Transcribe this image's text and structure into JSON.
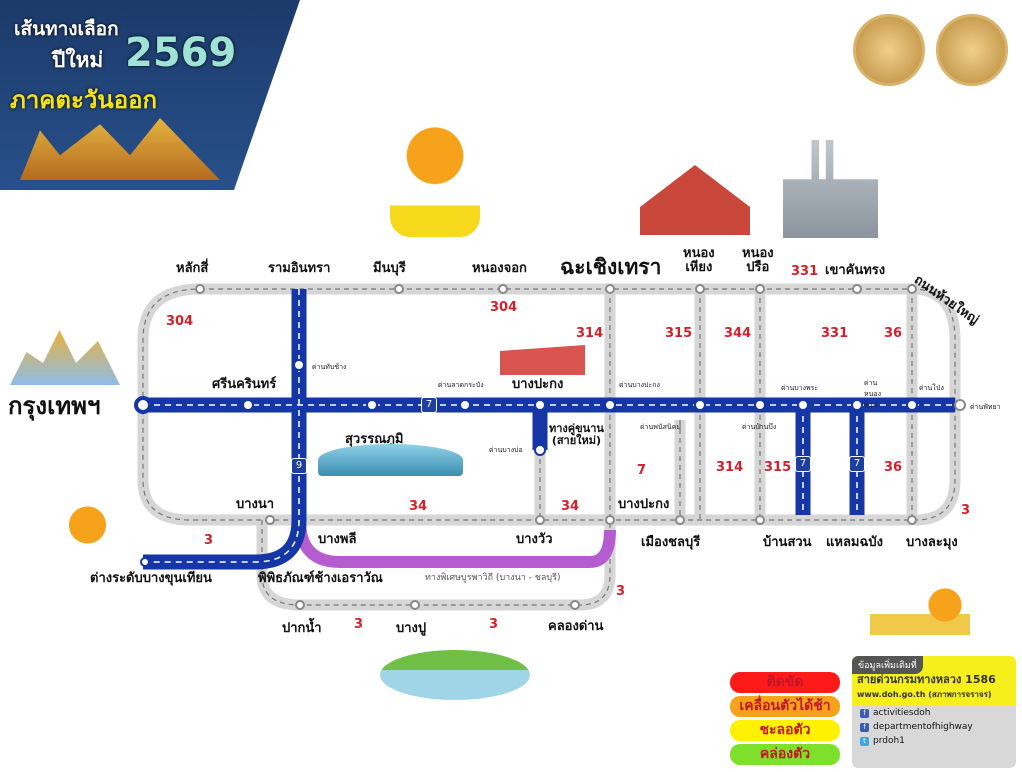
{
  "banner": {
    "line1": "เส้นทางเลือก",
    "line2": "ปีใหม่",
    "year": "2569",
    "line3": "ภาคตะวันออก"
  },
  "places": {
    "laksi": "หลักสี่",
    "ramintra": "รามอินทรา",
    "minburi": "มีนบุรี",
    "nongchok": "หนองจอก",
    "chachoengsao": "ฉะเชิงเทรา",
    "nongkhiang": "หนอง\nเหียง",
    "nongprue": "หนอง\nปรือ",
    "khaokanthong": "เขาคันทรง",
    "huaiyai": "ถนนห้วยใหญ่",
    "bangkok": "กรุงเทพฯ",
    "srinakarin": "ศรีนครินทร์",
    "suvarnabhumi": "สุวรรณภูมิ",
    "bangpakong_top": "บางปะกง",
    "newlane": "ทางคู่ขนาน\n(สายใหม่)",
    "bangna": "บางนา",
    "bangphli": "บางพลี",
    "bangwua": "บางวัว",
    "bangpakong_bottom": "บางปะกง",
    "muangchonburi": "เมืองชลบุรี",
    "bansuan": "บ้านสวน",
    "laemchabang": "แหลมฉบัง",
    "banglamung": "บางละมุง",
    "bangkhunthian": "ต่างระดับบางขุนเทียน",
    "erawan": "พิพิธภัณฑ์ช้างเอราวัณ",
    "burapha": "ทางพิเศษบูรพาวิถี (บางนา - ชลบุรี)",
    "paknam": "ปากน้ำ",
    "bangpu": "บางปู",
    "khlongdan": "คลองด่าน"
  },
  "tolls": {
    "thapchang": "ด่านทับช้าง",
    "latkrabang": "ด่านลาดกระบัง",
    "bangbo": "ด่านบางบ่อ",
    "bangpakong": "ด่านบางปะกง",
    "phanatnikhom": "ด่านพนัสนิคม",
    "banbueng": "ด่านบ้านบึง",
    "bangphra": "ด่านบางพระ",
    "nongkham": "ด่านหนองขาม",
    "pong": "ด่านโป่ง",
    "pattaya": "ด่านพัทยา"
  },
  "routes": {
    "r304a": "304",
    "r304b": "304",
    "r314": "314",
    "r315": "315",
    "r344": "344",
    "r331a": "331",
    "r331b": "331",
    "r36a": "36",
    "r36b": "36",
    "r7": "7",
    "r314b": "314",
    "r315b": "315",
    "r34a": "34",
    "r34b": "34",
    "r3a": "3",
    "r3b": "3",
    "r3c": "3",
    "r3d": "3",
    "r3e": "3",
    "m7": "7",
    "m9": "9"
  },
  "legend": [
    {
      "label": "ติดขัด",
      "color": "#ff1a1a"
    },
    {
      "label": "เคลื่อนตัวได้ช้า",
      "color": "#f7a21b"
    },
    {
      "label": "ชะลอตัว",
      "color": "#fff200"
    },
    {
      "label": "คล่องตัว",
      "color": "#7ee02a"
    }
  ],
  "info": {
    "header": "ข้อมูลเพิ่มเติมที่",
    "hotline": "สายด่วนกรมทางหลวง 1586",
    "website": "www.doh.go.th (สภาพการจราจร)",
    "facebook1": "activitiesdoh",
    "facebook2": "departmentofhighway",
    "twitter": "prdoh1"
  },
  "colors": {
    "motorway": "#1536a5",
    "road": "#d6d6d6",
    "expressway": "#b65cd1",
    "route_number": "#d4202a"
  }
}
